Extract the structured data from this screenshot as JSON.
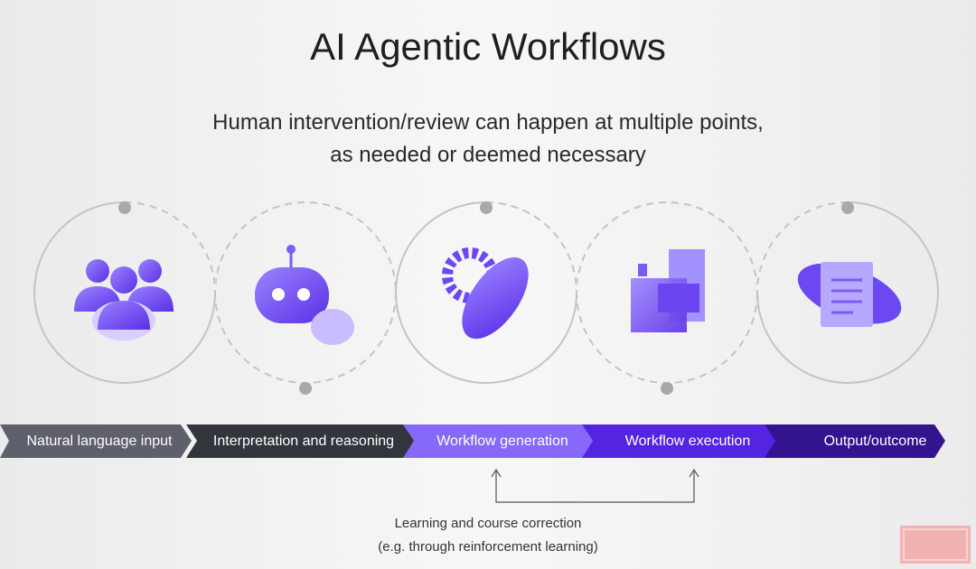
{
  "title": "AI Agentic Workflows",
  "subtitle": [
    "Human intervention/review can happen at multiple points,",
    "as needed or deemed necessary"
  ],
  "stages": [
    {
      "label": "Natural language input",
      "color": "#5e606b",
      "icon": "people-icon"
    },
    {
      "label": "Interpretation and reasoning",
      "color": "#33353c",
      "icon": "robot-chat-icon"
    },
    {
      "label": "Workflow generation",
      "color": "#8669f8",
      "icon": "gear-icon"
    },
    {
      "label": "Workflow execution",
      "color": "#5425e0",
      "icon": "layers-icon"
    },
    {
      "label": "Output/outcome",
      "color": "#321491",
      "icon": "document-icon"
    }
  ],
  "feedback": [
    "Learning and course correction",
    "(e.g. through reinforcement learning)"
  ]
}
